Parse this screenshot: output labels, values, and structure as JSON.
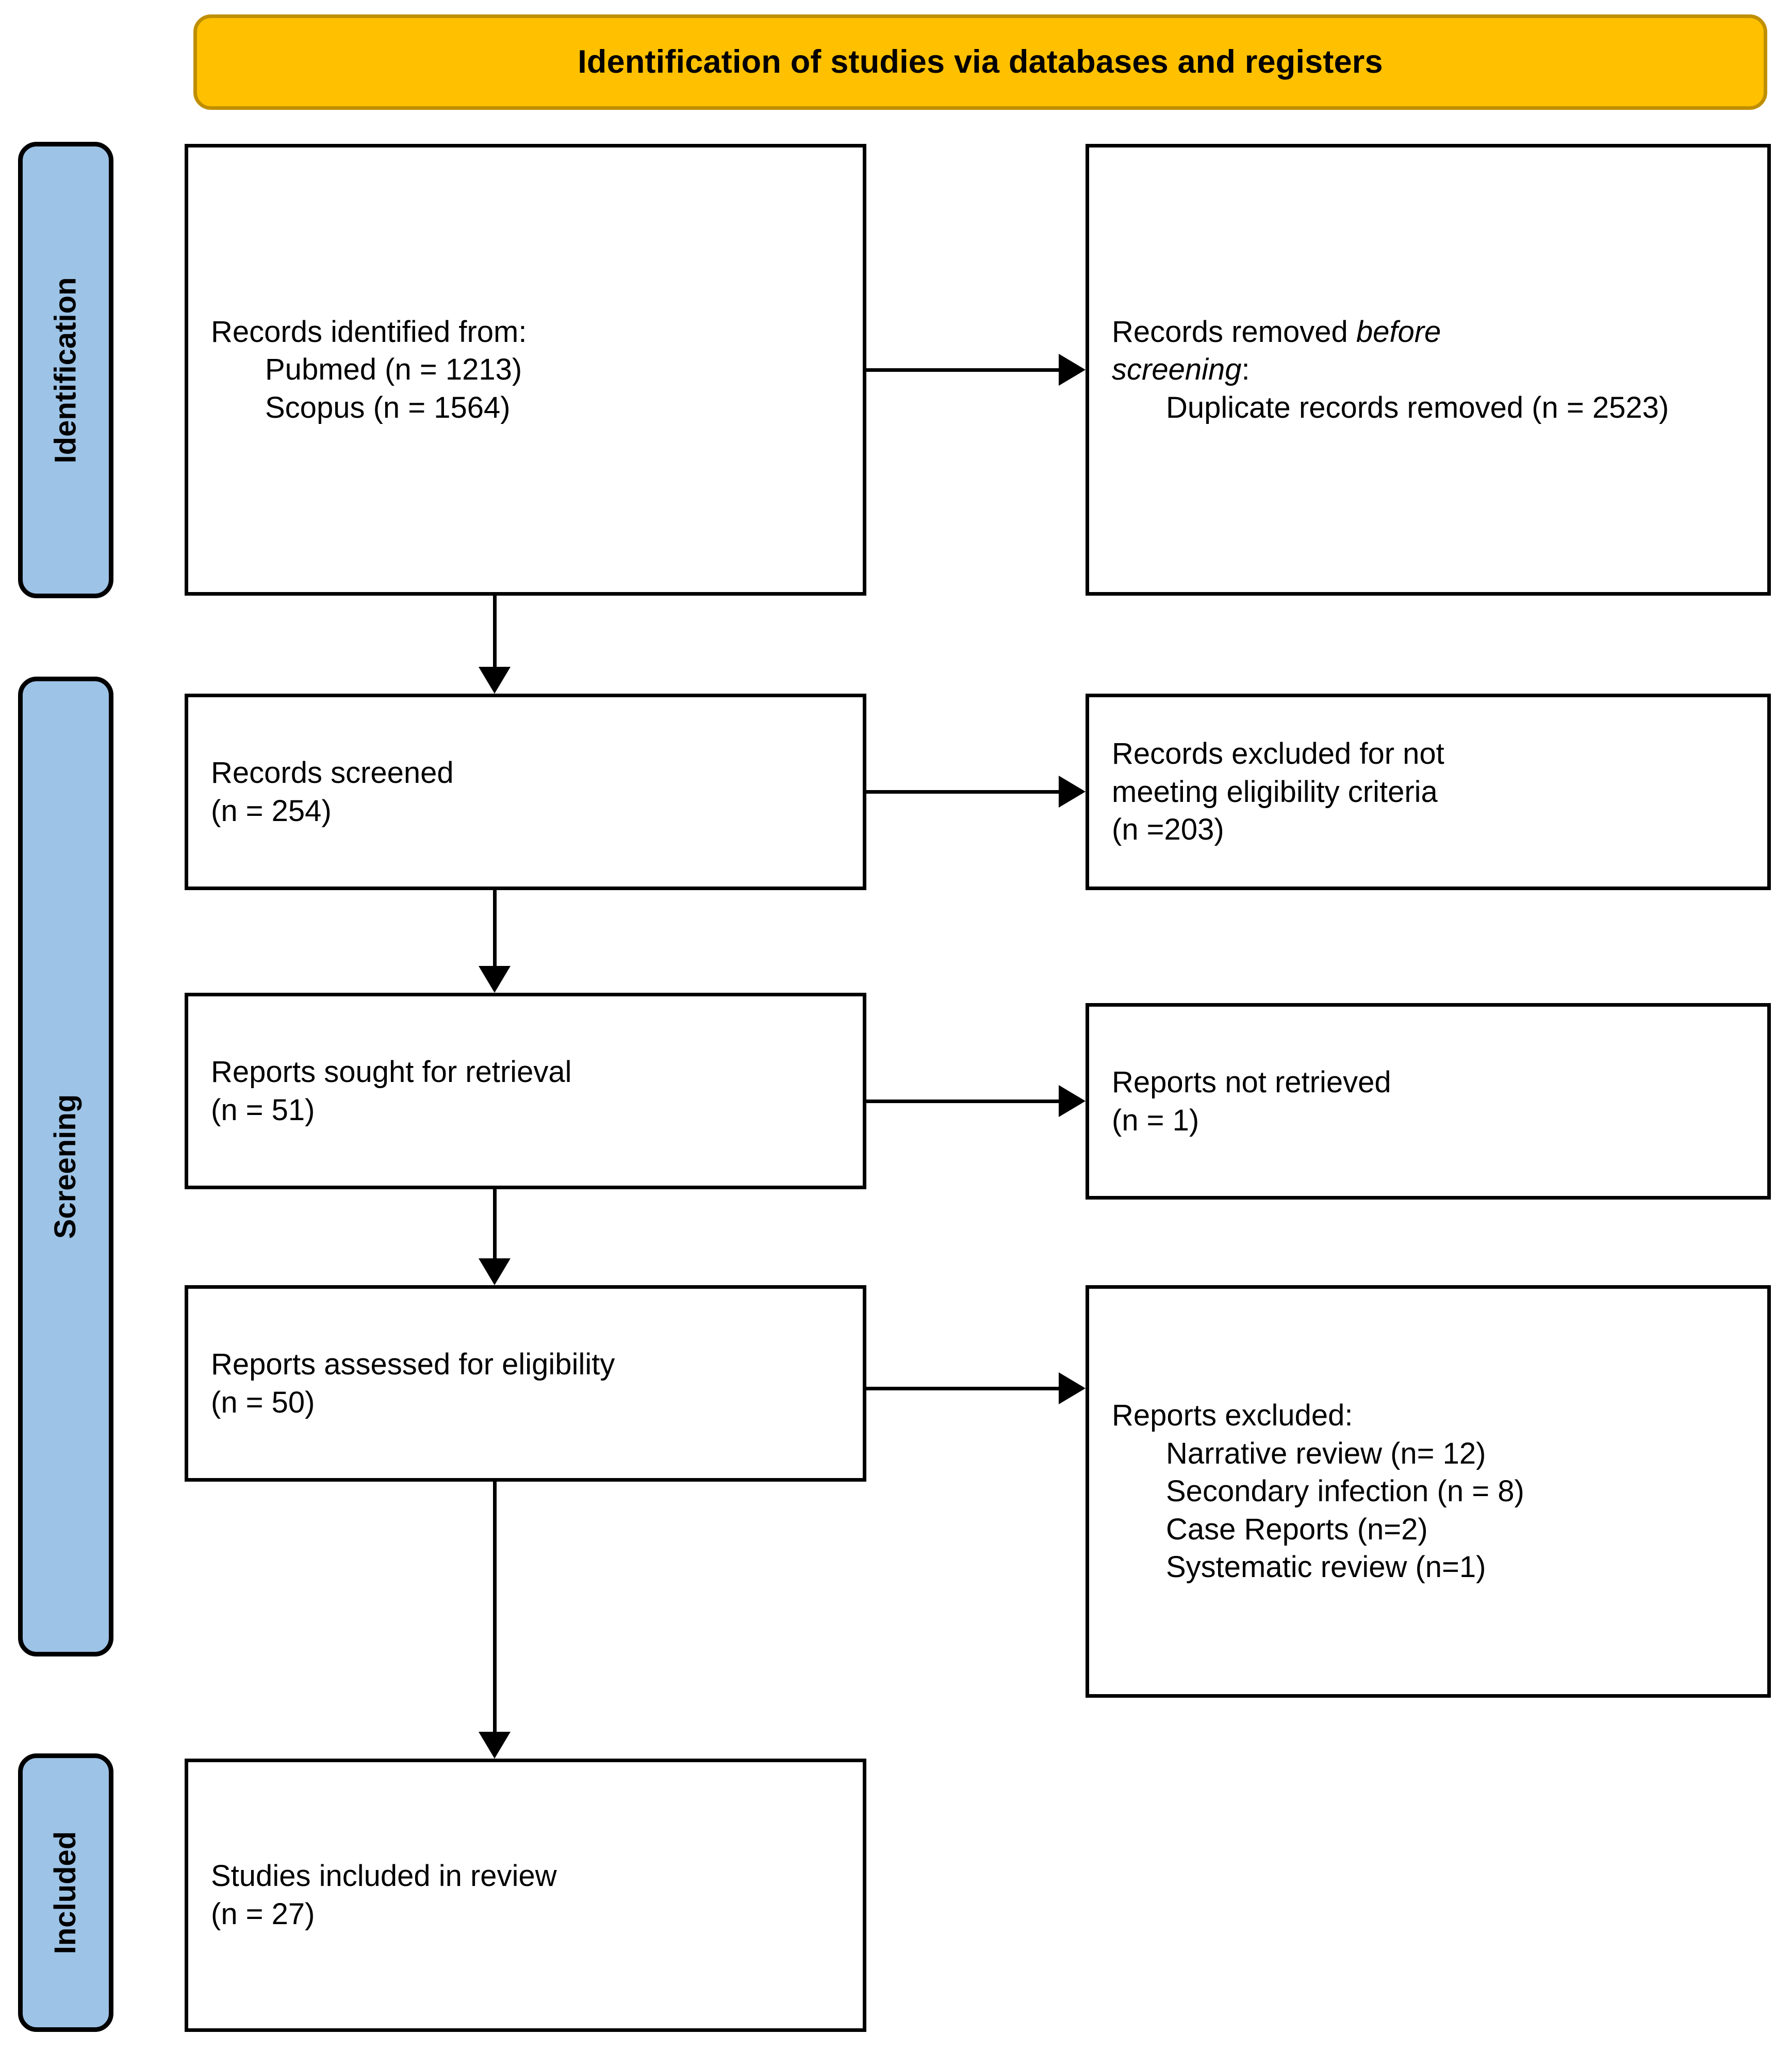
{
  "banner": {
    "title": "Identification of studies via databases and registers"
  },
  "stages": [
    {
      "id": "identification",
      "label": "Identification"
    },
    {
      "id": "screening",
      "label": "Screening"
    },
    {
      "id": "included",
      "label": "Included"
    }
  ],
  "colors": {
    "banner_fill": "#FFC000",
    "banner_border": "#BF8F00",
    "stage_tab_fill": "#9DC3E6",
    "box_border": "#000000",
    "box_fill": "#FFFFFF",
    "text": "#000000"
  },
  "boxes": {
    "identified": {
      "line1": "Records identified from:",
      "line2": "Pubmed (n = 1213)",
      "line3": "Scopus (n = 1564)"
    },
    "removed": {
      "line1_plain": "Records removed ",
      "line1_italic": "before",
      "line2_italic": "screening",
      "line2_plain": ":",
      "line3": "Duplicate records removed (n = 2523)"
    },
    "screened": {
      "line1": "Records screened",
      "line2": "(n = 254)"
    },
    "excluded_screening": {
      "line1": "Records excluded for not",
      "line2": "meeting eligibility criteria",
      "line3": "(n =203)"
    },
    "sought": {
      "line1": "Reports sought for retrieval",
      "line2": "(n = 51)"
    },
    "not_retrieved": {
      "line1": "Reports not retrieved",
      "line2": "(n = 1)"
    },
    "assessed": {
      "line1": "Reports assessed for eligibility",
      "line2": "(n = 50)"
    },
    "excluded_eligibility": {
      "line1": "Reports excluded:",
      "reasons": [
        "Narrative review (n= 12)",
        "Secondary infection (n = 8)",
        "Case Reports (n=2)",
        "Systematic review (n=1)"
      ]
    },
    "included": {
      "line1": "Studies included in review",
      "line2": "(n = 27)"
    }
  },
  "chart_data": {
    "type": "diagram",
    "diagram_kind": "PRISMA 2020 flow diagram",
    "title": "Identification of studies via databases and registers",
    "nodes": [
      {
        "id": "identified",
        "stage": "Identification",
        "column": "left",
        "text": "Records identified from: Pubmed (n = 1213); Scopus (n = 1564)",
        "counts": {
          "Pubmed": 1213,
          "Scopus": 1564
        }
      },
      {
        "id": "removed",
        "stage": "Identification",
        "column": "right",
        "text": "Records removed before screening: Duplicate records removed (n = 2523)",
        "counts": {
          "Duplicate records removed": 2523
        }
      },
      {
        "id": "screened",
        "stage": "Screening",
        "column": "left",
        "text": "Records screened (n = 254)",
        "counts": {
          "n": 254
        }
      },
      {
        "id": "excluded_screening",
        "stage": "Screening",
        "column": "right",
        "text": "Records excluded for not meeting eligibility criteria (n =203)",
        "counts": {
          "n": 203
        }
      },
      {
        "id": "sought",
        "stage": "Screening",
        "column": "left",
        "text": "Reports sought for retrieval (n = 51)",
        "counts": {
          "n": 51
        }
      },
      {
        "id": "not_retrieved",
        "stage": "Screening",
        "column": "right",
        "text": "Reports not retrieved (n = 1)",
        "counts": {
          "n": 1
        }
      },
      {
        "id": "assessed",
        "stage": "Screening",
        "column": "left",
        "text": "Reports assessed for eligibility (n = 50)",
        "counts": {
          "n": 50
        }
      },
      {
        "id": "excluded_eligibility",
        "stage": "Screening",
        "column": "right",
        "text": "Reports excluded: Narrative review (n= 12); Secondary infection (n = 8); Case Reports (n=2); Systematic review (n=1)",
        "counts": {
          "Narrative review": 12,
          "Secondary infection": 8,
          "Case Reports": 2,
          "Systematic review": 1
        }
      },
      {
        "id": "included",
        "stage": "Included",
        "column": "left",
        "text": "Studies included in review (n = 27)",
        "counts": {
          "n": 27
        }
      }
    ],
    "edges": [
      {
        "from": "identified",
        "to": "removed",
        "direction": "right"
      },
      {
        "from": "identified",
        "to": "screened",
        "direction": "down"
      },
      {
        "from": "screened",
        "to": "excluded_screening",
        "direction": "right"
      },
      {
        "from": "screened",
        "to": "sought",
        "direction": "down"
      },
      {
        "from": "sought",
        "to": "not_retrieved",
        "direction": "right"
      },
      {
        "from": "sought",
        "to": "assessed",
        "direction": "down"
      },
      {
        "from": "assessed",
        "to": "excluded_eligibility",
        "direction": "right"
      },
      {
        "from": "assessed",
        "to": "included",
        "direction": "down"
      }
    ]
  }
}
